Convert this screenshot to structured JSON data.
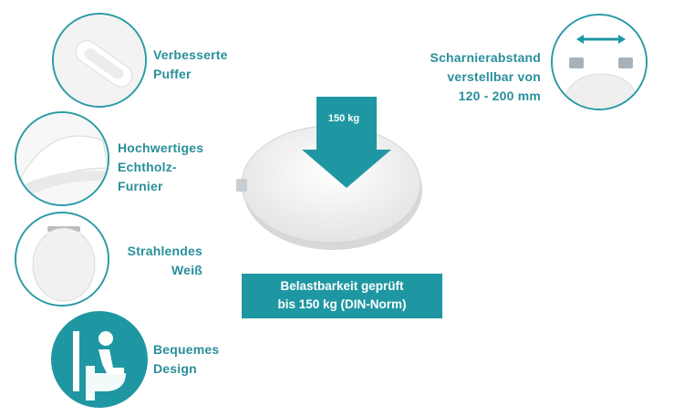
{
  "features": [
    {
      "id": "buffer",
      "lines": [
        "Verbesserte",
        "Puffer"
      ]
    },
    {
      "id": "veneer",
      "lines": [
        "Hochwertiges",
        "Echtholz-",
        "Furnier"
      ]
    },
    {
      "id": "white",
      "lines": [
        "Strahlendes",
        "Weiß"
      ]
    },
    {
      "id": "design",
      "lines": [
        "Bequemes",
        "Design"
      ]
    },
    {
      "id": "hinge",
      "lines": [
        "Scharnierabstand",
        "verstellbar von",
        "120 - 200 mm"
      ]
    }
  ],
  "load": {
    "arrow_label": "150 kg",
    "banner_lines": [
      "Belastbarkeit geprüft",
      "bis 150 kg (DIN-Norm)"
    ]
  },
  "colors": {
    "accent": "#1f97a2",
    "text": "#2a8f9a"
  },
  "icons": [
    "buffer-photo",
    "veneer-photo",
    "white-lid-photo",
    "seated-person-icon",
    "hinge-photo",
    "down-arrow-icon"
  ]
}
